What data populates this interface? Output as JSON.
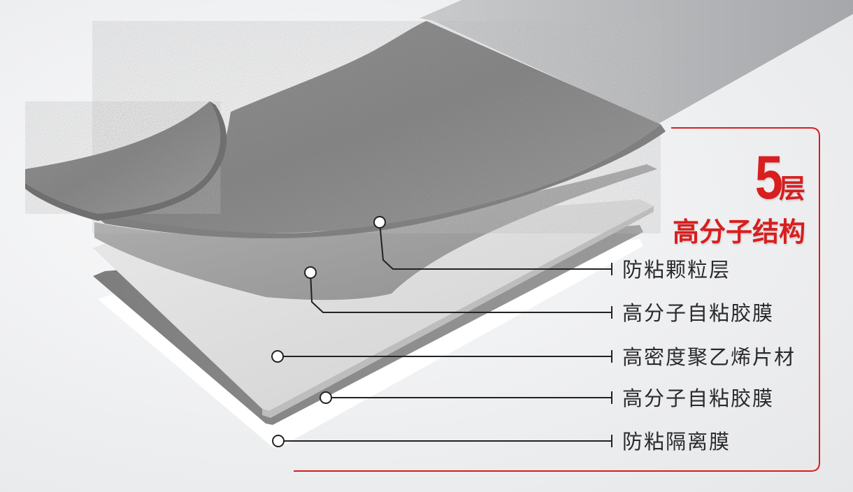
{
  "title": {
    "number": "5",
    "unit": "层",
    "subtitle": "高分子结构"
  },
  "layers": [
    {
      "label": "防粘颗粒层"
    },
    {
      "label": "高分子自粘胶膜"
    },
    {
      "label": "高密度聚乙烯片材"
    },
    {
      "label": "高分子自粘胶膜"
    },
    {
      "label": "防粘隔离膜"
    }
  ],
  "colors": {
    "accent": "#d81e1e",
    "callout_line": "#222222",
    "text": "#2a2a2a"
  }
}
